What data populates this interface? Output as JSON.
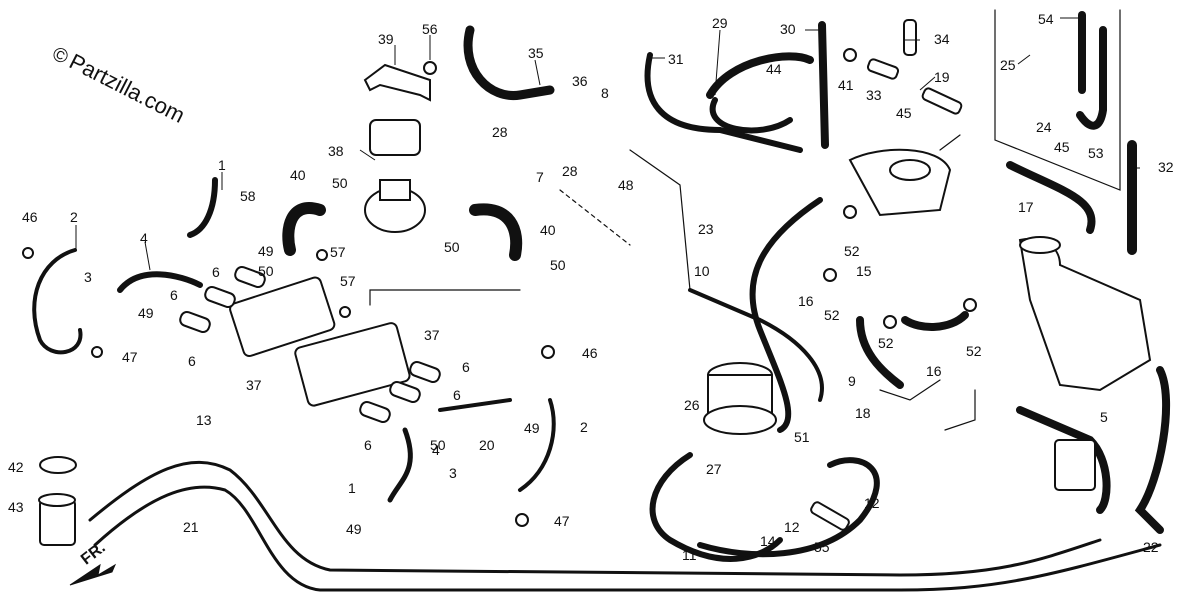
{
  "watermark": {
    "copyright_symbol": "©",
    "brand": "Partzilla.com"
  },
  "direction_marker": {
    "label": "FR."
  },
  "callouts": [
    "1",
    "2",
    "3",
    "4",
    "5",
    "6",
    "6",
    "6",
    "6",
    "7",
    "8",
    "9",
    "10",
    "11",
    "12",
    "12",
    "13",
    "14",
    "15",
    "16",
    "16",
    "17",
    "18",
    "19",
    "20",
    "21",
    "22",
    "23",
    "24",
    "25",
    "26",
    "27",
    "28",
    "28",
    "29",
    "30",
    "31",
    "32",
    "33",
    "34",
    "35",
    "36",
    "37",
    "37",
    "38",
    "39",
    "40",
    "40",
    "41",
    "42",
    "43",
    "44",
    "45",
    "45",
    "46",
    "46",
    "47",
    "47",
    "48",
    "49",
    "49",
    "49",
    "50",
    "50",
    "50",
    "50",
    "50",
    "51",
    "52",
    "52",
    "52",
    "52",
    "53",
    "54",
    "55",
    "56",
    "57",
    "57",
    "58",
    "1",
    "2",
    "3",
    "4",
    "6",
    "49",
    "6"
  ],
  "colors": {
    "ink": "#111111",
    "background": "#ffffff"
  }
}
